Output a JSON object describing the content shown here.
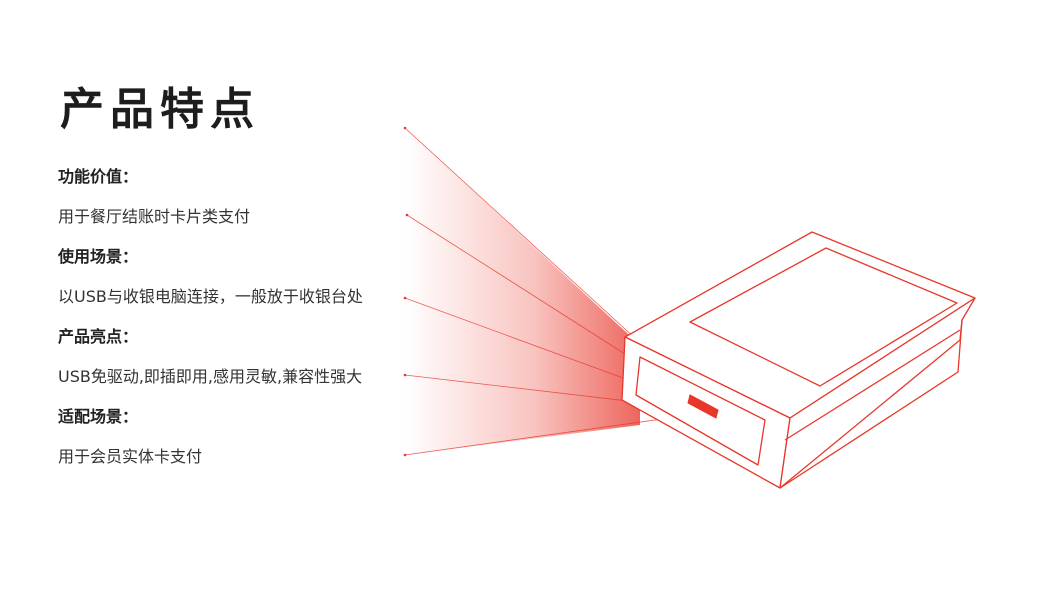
{
  "title": "产品特点",
  "features": [
    {
      "label": "功能价值：",
      "value": "用于餐厅结账时卡片类支付"
    },
    {
      "label": "使用场景：",
      "value": "以USB与收银电脑连接，一般放于收银台处"
    },
    {
      "label": "产品亮点：",
      "value": "USB免驱动,即插即用,感用灵敏,兼容性强大"
    },
    {
      "label": "适配场景：",
      "value": "用于会员实体卡支付"
    }
  ],
  "colors": {
    "accent": "#e8372b",
    "outline": "#e8372b",
    "title": "#1d1d1d",
    "text": "#333333"
  },
  "illustration": {
    "object": "card-reader-device",
    "icon": "card-reader-icon"
  }
}
